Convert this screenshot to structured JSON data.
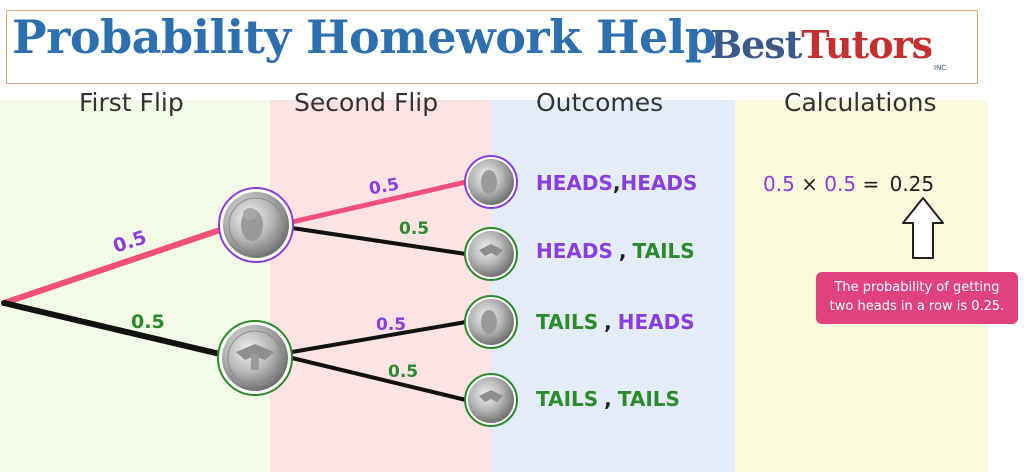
{
  "header": {
    "title": "Probability Homework Help",
    "logo_main": "Best",
    "logo_accent": "Tutors",
    "logo_inc": "INC"
  },
  "columns": {
    "first": "First Flip",
    "second": "Second Flip",
    "outcomes": "Outcomes",
    "calculations": "Calculations"
  },
  "probabilities": {
    "first_heads": "0.5",
    "first_tails": "0.5",
    "hh": "0.5",
    "ht": "0.5",
    "th": "0.5",
    "tt": "0.5"
  },
  "outcomes": [
    {
      "first": "HEADS",
      "comma": ",",
      "second": "HEADS"
    },
    {
      "first": "HEADS",
      "comma": ",",
      "second": "TAILS"
    },
    {
      "first": "TAILS",
      "comma": ",",
      "second": "HEADS"
    },
    {
      "first": "TAILS",
      "comma": ",",
      "second": "TAILS"
    }
  ],
  "calculation": {
    "a": "0.5",
    "times": "×",
    "b": "0.5",
    "equals": "=",
    "result": "0.25"
  },
  "callout": {
    "line1": "The probability of getting",
    "line2": "two heads in a row is 0.25."
  },
  "colors": {
    "heads": "#8a3ee0",
    "tails": "#2b8a2b",
    "highlight_path": "#f0507a",
    "callout": "#e0437b"
  }
}
